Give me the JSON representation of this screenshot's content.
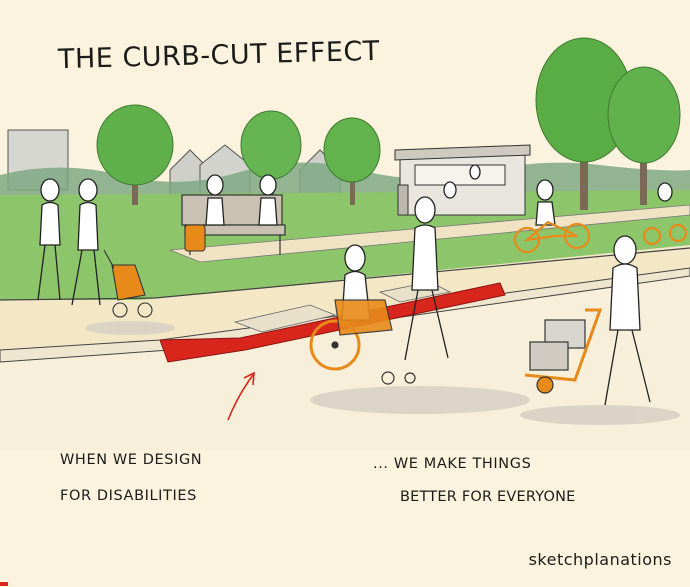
{
  "title": "THE CURB-CUT EFFECT",
  "caption_left": {
    "line1": "WHEN WE DESIGN",
    "line2": "FOR DISABILITIES"
  },
  "caption_right": {
    "line1": "... WE MAKE THINGS",
    "line2": "BETTER FOR EVERYONE"
  },
  "signature": "sketchplanations",
  "colors": {
    "background": "#fbf3dd",
    "grass": "#8cc56a",
    "tree": "#5fb04a",
    "curb_cut": "#d9261c",
    "orange_accent": "#e88a1a",
    "pavement": "#f3e7c6",
    "shadow": "#d8d2c4"
  }
}
